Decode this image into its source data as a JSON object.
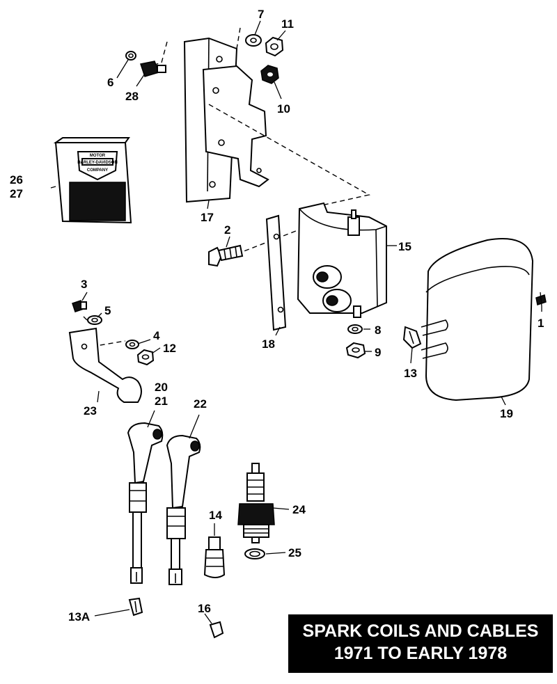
{
  "title": {
    "line1": "SPARK COILS AND CABLES",
    "line2": "1971 TO EARLY 1978"
  },
  "logo": {
    "text_top": "MOTOR",
    "text_mid": "HARLEY-DAVIDSON",
    "text_bottom": "COMPANY"
  },
  "callouts": {
    "c1": "1",
    "c2": "2",
    "c3": "3",
    "c4": "4",
    "c5": "5",
    "c6": "6",
    "c7": "7",
    "c8": "8",
    "c9": "9",
    "c10": "10",
    "c11": "11",
    "c12": "12",
    "c13": "13",
    "c13a": "13A",
    "c14": "14",
    "c15": "15",
    "c16": "16",
    "c17": "17",
    "c18": "18",
    "c19": "19",
    "c20": "20",
    "c21": "21",
    "c22": "22",
    "c23": "23",
    "c24": "24",
    "c25": "25",
    "c26": "26",
    "c27": "27",
    "c28": "28"
  }
}
